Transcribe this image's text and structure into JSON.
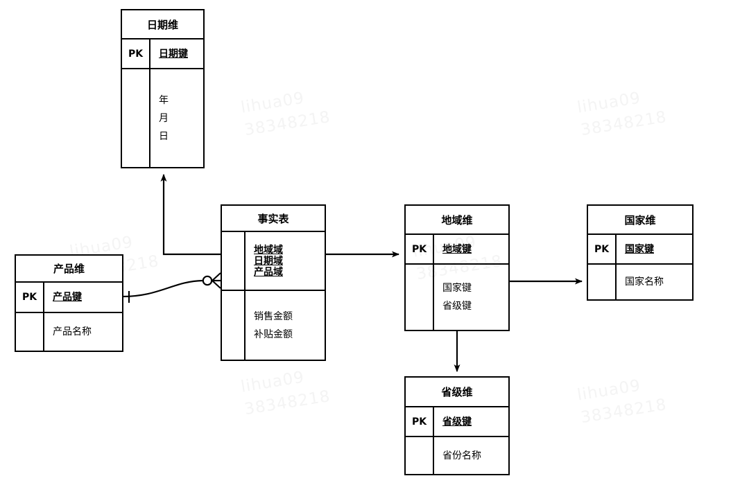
{
  "diagram": {
    "title": "Star schema ER diagram",
    "line_color": "#000000",
    "text_color": "#000000",
    "watermark_color": "#f4f4f4"
  },
  "watermarks": [
    {
      "line1": "lihua09",
      "line2": "38348218"
    },
    {
      "line1": "lihua09",
      "line2": "38348218"
    },
    {
      "line1": "lihua09",
      "line2": "38348218"
    },
    {
      "line1": "lihua09",
      "line2": "38348218"
    },
    {
      "line1": "lihua09",
      "line2": "38348218"
    },
    {
      "line1": "lihua09",
      "line2": "38348218"
    }
  ],
  "entities": {
    "date_dim": {
      "title": "日期维",
      "pk_label": "PK",
      "pk_field": "日期键",
      "attrs": [
        "年",
        "月",
        "日"
      ]
    },
    "product_dim": {
      "title": "产品维",
      "pk_label": "PK",
      "pk_field": "产品键",
      "attrs": [
        "产品名称"
      ]
    },
    "fact": {
      "title": "事实表",
      "pk_label": "",
      "keys": [
        "地域域",
        "日期域",
        "产品域"
      ],
      "measures": [
        "销售金额",
        "补贴金额"
      ]
    },
    "region_dim": {
      "title": "地域维",
      "pk_label": "PK",
      "pk_field": "地域键",
      "attrs": [
        "国家键",
        "省级键"
      ]
    },
    "country_dim": {
      "title": "国家维",
      "pk_label": "PK",
      "pk_field": "国家键",
      "attrs": [
        "国家名称"
      ]
    },
    "province_dim": {
      "title": "省级维",
      "pk_label": "PK",
      "pk_field": "省级键",
      "attrs": [
        "省份名称"
      ]
    }
  },
  "relationships": [
    {
      "name": "fact-to-date",
      "from": "事实表",
      "to": "日期维",
      "style": "elbow-arrow"
    },
    {
      "name": "product-to-fact",
      "from": "产品维",
      "to": "事实表",
      "style": "curve-crowsfoot",
      "from_cardinality": "one",
      "to_cardinality": "zero-or-many"
    },
    {
      "name": "fact-to-region",
      "from": "事实表",
      "to": "地域维",
      "style": "straight-arrow"
    },
    {
      "name": "region-to-country",
      "from": "地域维",
      "to": "国家维",
      "style": "straight-arrow"
    },
    {
      "name": "region-to-province",
      "from": "地域维",
      "to": "省级维",
      "style": "straight-arrow"
    }
  ]
}
